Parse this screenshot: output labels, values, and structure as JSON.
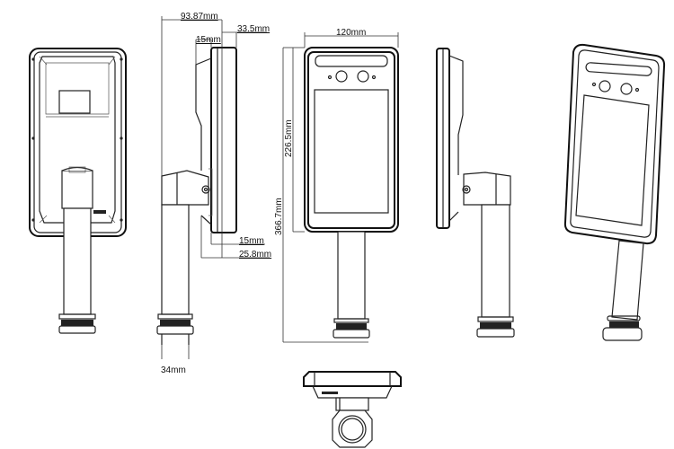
{
  "title": "Face recognition terminal with stand - dimension drawing",
  "views": {
    "back": {
      "name": "rear view"
    },
    "side_left": {
      "name": "left side view"
    },
    "front": {
      "name": "front view"
    },
    "side_right": {
      "name": "right side view"
    },
    "perspective": {
      "name": "perspective view"
    },
    "bottom": {
      "name": "bottom view"
    }
  },
  "dimensions": {
    "overall_depth": "93.87mm",
    "head_depth": "33.5mm",
    "bezel_top": "15mm",
    "bezel_bottom": "15mm",
    "bottom_depth": "25.8mm",
    "pole_diameter": "34mm",
    "width": "120mm",
    "head_height": "226.5mm",
    "overall_height": "366.7mm"
  }
}
